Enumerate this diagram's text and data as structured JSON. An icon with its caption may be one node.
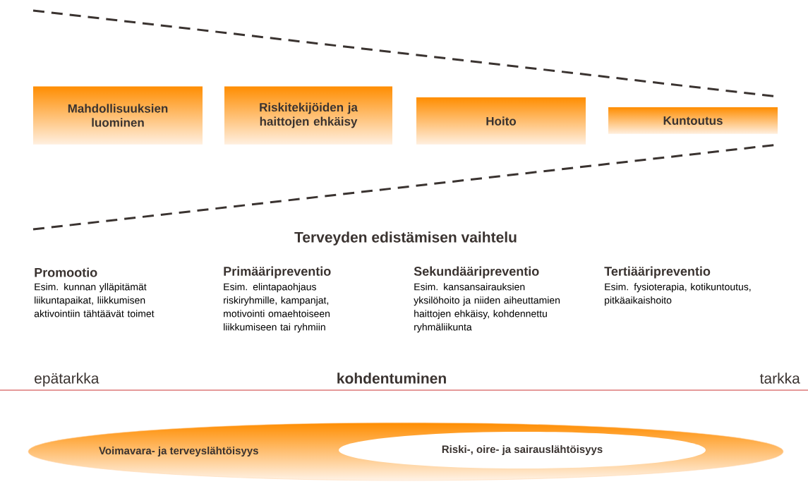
{
  "diagram": {
    "nodes": [
      {
        "text": [
          "Mahdollisuuksien luominen"
        ]
      },
      {
        "text": [
          "Riskitekijöiden ja haittojen ehkäisy"
        ]
      },
      {
        "text": [
          "Hoito"
        ]
      },
      {
        "text": [
          "Kuntoutus"
        ]
      },
      {
        "text": [
          "Voimavara- ja terveyslähtöisyys"
        ]
      },
      {
        "text": [
          "Riski-, oire- ja sairauslähtöisyys"
        ],
        "in": 4
      }
    ],
    "labels": [
      "Terveyden edistämisen vaihtelu",
      "Promootio",
      "Esim. kunnan ylläpitämät liikuntapaikat, liikkumisen aktivointiin tähtäävät toimet",
      "Primääripreventio",
      "Esim. elintapaohjaus riskiryhmille, kampanjat, motivointi omaehtoiseen liikkumiseen tai ryhmiin",
      "Sekundääripreventio",
      "Esim. kansansairauksien yksilöhoito ja niiden aiheuttamien haittojen ehkäisy, kohdennettu ryhmäliikunta",
      "Tertiääripreventio",
      "Esim. fysioterapia, kotikuntoutus, pitkäaikaishoito",
      "epätarkka",
      "kohdentuminen",
      "tarkka"
    ]
  }
}
